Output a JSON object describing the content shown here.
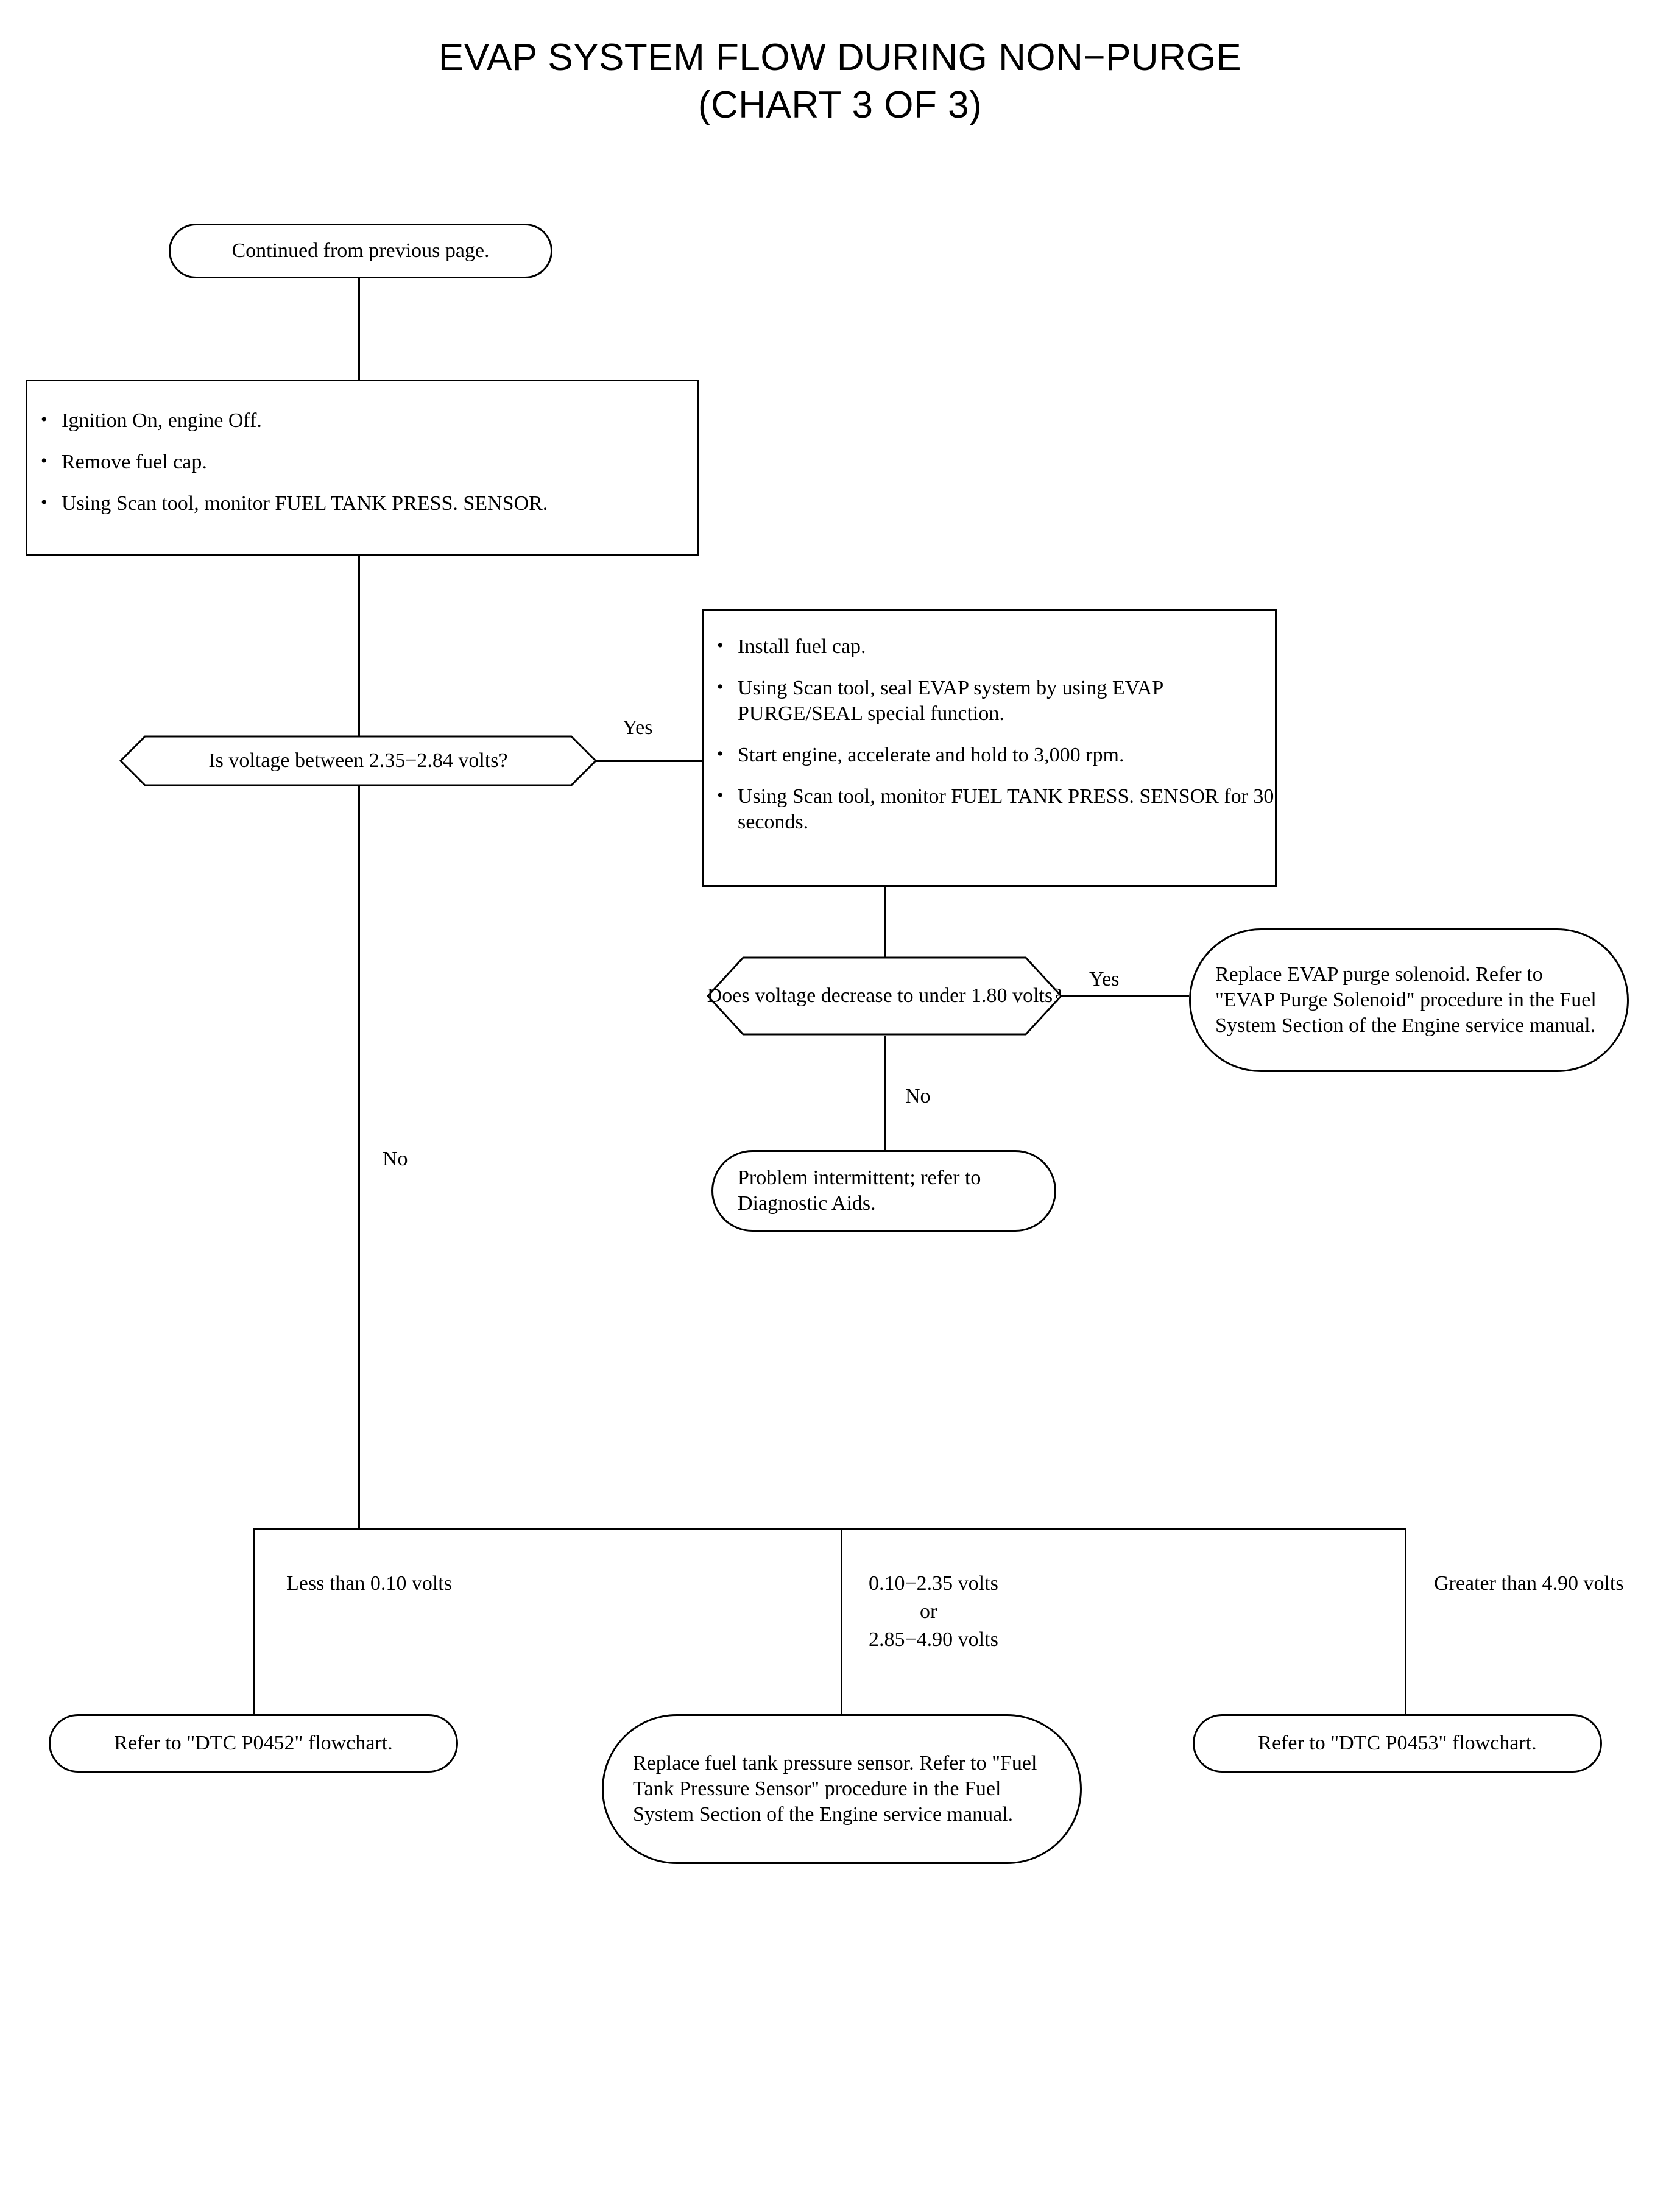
{
  "title": {
    "line1": "EVAP SYSTEM FLOW DURING NON−PURGE",
    "line2": "(CHART 3 OF 3)"
  },
  "nodes": {
    "continued": "Continued from previous page.",
    "step1": {
      "bullets": [
        "Ignition On, engine Off.",
        "Remove fuel cap.",
        "Using Scan tool, monitor FUEL TANK PRESS. SENSOR."
      ]
    },
    "decision1": "Is voltage between 2.35−2.84 volts?",
    "step2": {
      "bullets": [
        "Install fuel cap.",
        "Using Scan tool, seal EVAP system by using EVAP PURGE/SEAL special function.",
        "Start engine, accelerate and hold to 3,000 rpm.",
        "Using Scan tool, monitor FUEL TANK PRESS. SENSOR for 30 seconds."
      ]
    },
    "decision2": "Does voltage decrease to under 1.80 volts?",
    "replace_purge_solenoid": "Replace EVAP purge solenoid. Refer to \"EVAP Purge Solenoid\" procedure in the Fuel System Section of the Engine service manual.",
    "problem_intermittent": "Problem intermittent; refer to Diagnostic Aids.",
    "dtc_p0452": "Refer to \"DTC P0452\" flowchart.",
    "replace_sensor": "Replace fuel tank pressure sensor. Refer to \"Fuel Tank Pressure Sensor\" procedure in the Fuel System Section of the Engine service manual.",
    "dtc_p0453": "Refer to \"DTC P0453\" flowchart."
  },
  "edge_labels": {
    "yes1": "Yes",
    "no1": "No",
    "yes2": "Yes",
    "no2": "No",
    "branch_low": "Less than 0.10 volts",
    "branch_mid_line1": "0.10−2.35 volts",
    "branch_mid_line2": "or",
    "branch_mid_line3": "2.85−4.90 volts",
    "branch_high": "Greater than 4.90 volts"
  }
}
